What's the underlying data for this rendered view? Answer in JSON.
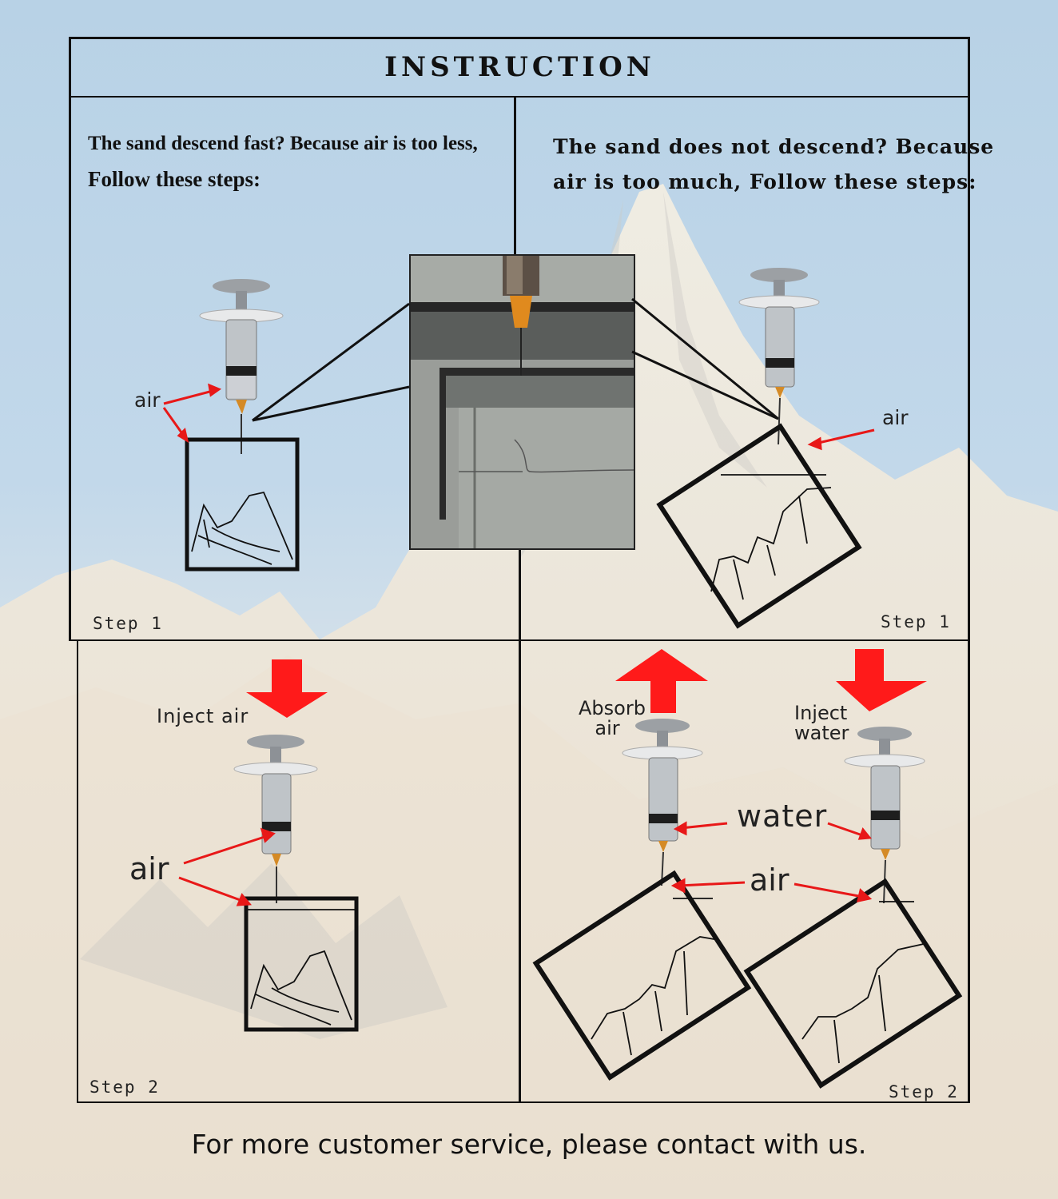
{
  "title": "INSTRUCTION",
  "left_panel": {
    "heading_line1": "The sand descend fast?  Because air is too less,",
    "heading_line2": "Follow these steps:",
    "step1_label": "Step 1",
    "step1_air_label": "air",
    "step2_label": "Step 2",
    "step2_action_label": "Inject air",
    "step2_air_label": "air"
  },
  "right_panel": {
    "heading_line1": "The sand does not descend?  Because",
    "heading_line2": "air is too much, Follow these steps:",
    "step1_label": "Step 1",
    "step1_air_label": "air",
    "step2_label": "Step 2",
    "absorb_label_line1": "Absorb",
    "absorb_label_line2": "air",
    "inject_label_line1": "Inject",
    "inject_label_line2": "water",
    "water_label": "water",
    "air_label": "air"
  },
  "footer": "For more customer service, please contact with us.",
  "colors": {
    "arrow_red": "#ff1a1a",
    "frame": "#111111",
    "sky": "#b8d2e6",
    "snow": "#f1ebe0"
  }
}
